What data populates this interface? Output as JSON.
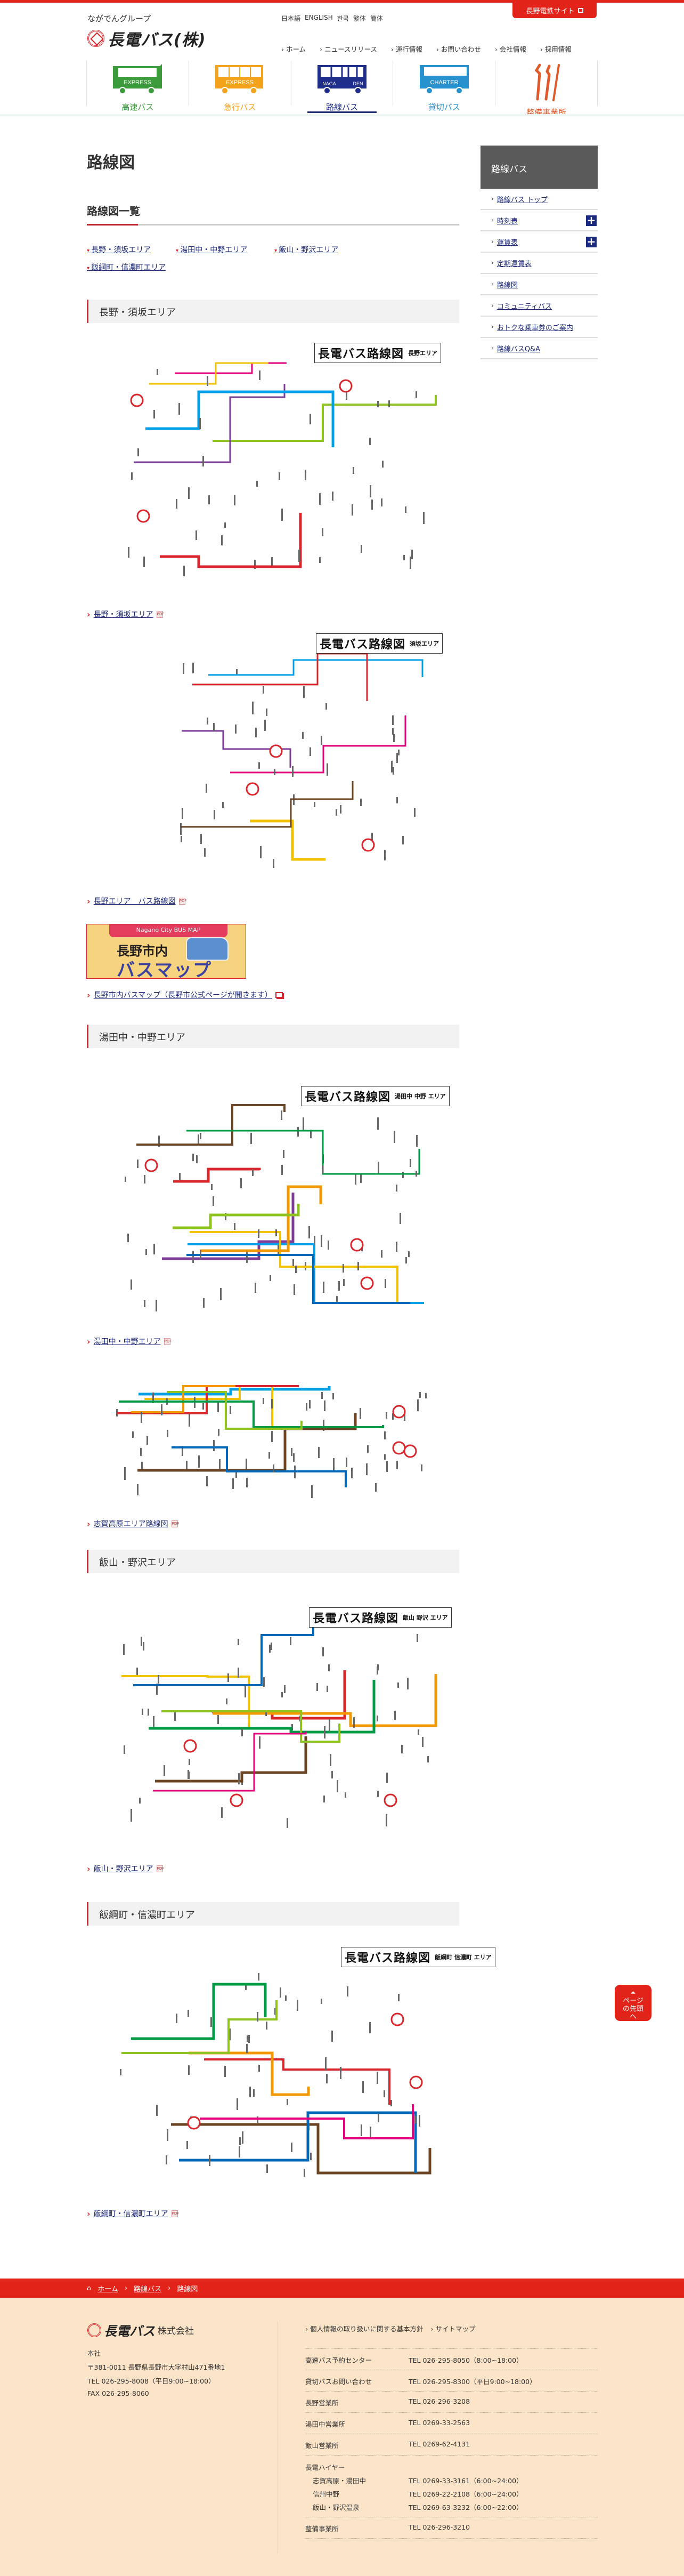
{
  "header": {
    "group": "ながでんグループ",
    "logo": "長電バス(株)",
    "languages": [
      "日本語",
      "ENGLISH",
      "한국",
      "繁体",
      "簡体"
    ],
    "external_site": "長野電鉄サイト",
    "gnav": [
      "ホーム",
      "ニュースリリース",
      "運行情報",
      "お問い合わせ",
      "会社情報",
      "採用情報"
    ],
    "categories": [
      {
        "label": "高速バス",
        "bus_text": "EXPRESS",
        "color": "#3c9b3a"
      },
      {
        "label": "急行バス",
        "bus_text": "EXPRESS",
        "color": "#f3a31b"
      },
      {
        "label": "路線バス",
        "bus_text": "NAGA DEN",
        "color": "#1f2e8a"
      },
      {
        "label": "貸切バス",
        "bus_text": "CHARTER",
        "color": "#2892cf"
      },
      {
        "label": "整備事業所",
        "bus_text": "",
        "color": "#e0592a"
      }
    ]
  },
  "page_title": "路線図",
  "sidebar": {
    "heading": "路線バス",
    "items": [
      "路線バス トップ",
      "時刻表",
      "運賃表",
      "定期運賃表",
      "路線図",
      "コミュニティバス",
      "おトクな乗車券のご案内",
      "路線バスQ&A"
    ],
    "expand_label": "+"
  },
  "list": {
    "heading": "路線図一覧",
    "anchors": [
      "長野・須坂エリア",
      "湯田中・中野エリア",
      "飯山・野沢エリア",
      "飯綱町・信濃町エリア"
    ]
  },
  "sections": [
    {
      "title": "長野・須坂エリア"
    },
    {
      "title": "湯田中・中野エリア"
    },
    {
      "title": "飯山・野沢エリア"
    },
    {
      "title": "飯綱町・信濃町エリア"
    }
  ],
  "maps": [
    {
      "title": "長電バス路線図",
      "area": "長野エリア",
      "link": "長野・須坂エリア"
    },
    {
      "title": "長電バス路線図",
      "area": "須坂エリア",
      "link": "長野エリア　バス路線図"
    },
    {
      "title": "長電バス路線図",
      "area": "湯田中 中野 エリア",
      "link": "湯田中・中野エリア"
    },
    {
      "title": "",
      "area": "",
      "link": "志賀高原エリア路線図"
    },
    {
      "title": "長電バス路線図",
      "area": "飯山 野沢 エリア",
      "link": "飯山・野沢エリア"
    },
    {
      "title": "長電バス路線図",
      "area": "飯綱町 信濃町 エリア",
      "link": "飯綱町・信濃町エリア"
    }
  ],
  "banner": {
    "tab": "Nagano City BUS MAP",
    "line1": "長野市内",
    "line2": "バスマップ",
    "link": "長野市内バスマップ（長野市公式ページが開きます）"
  },
  "pdf_icon": "PDF",
  "back_to_top": "ページの先頭へ",
  "breadcrumb": [
    "ホーム",
    "路線バス",
    "路線図"
  ],
  "footer": {
    "logo": "長電バス",
    "logo_suffix": "株式会社",
    "hq_label": "本社",
    "address": "〒381-0011 長野県長野市大字村山471番地1",
    "tel": "TEL 026-295-8008（平日9:00~18:00）",
    "fax": "FAX 026-295-8060",
    "links": [
      "個人情報の取り扱いに関する基本方針",
      "サイトマップ"
    ],
    "contacts": [
      {
        "name": "高速バス予約センター",
        "tel": "TEL 026-295-8050（8:00~18:00）"
      },
      {
        "name": "貸切バスお問い合わせ",
        "tel": "TEL 026-295-8300（平日9:00~18:00）"
      },
      {
        "name": "長野営業所",
        "tel": "TEL 026-296-3208"
      },
      {
        "name": "湯田中営業所",
        "tel": "TEL 0269-33-2563"
      },
      {
        "name": "飯山営業所",
        "tel": "TEL 0269-62-4131"
      }
    ],
    "hire": {
      "name": "長電ハイヤー",
      "branches": [
        {
          "name": "志賀高原・湯田中",
          "tel": "TEL 0269-33-3161（6:00~24:00）"
        },
        {
          "name": "信州中野",
          "tel": "TEL 0269-22-2108（6:00~24:00）"
        },
        {
          "name": "飯山・野沢温泉",
          "tel": "TEL 0269-63-3232（6:00~22:00）"
        }
      ]
    },
    "maintenance": {
      "name": "整備事業所",
      "tel": "TEL 026-296-3210"
    }
  }
}
